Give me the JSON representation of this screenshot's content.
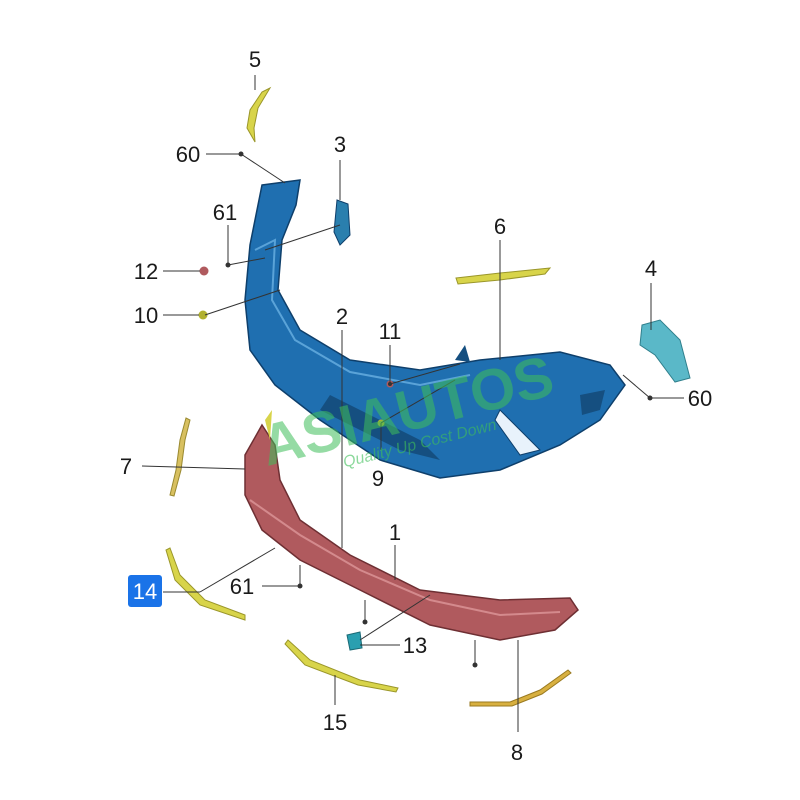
{
  "watermark": {
    "brand": "ASIAUTOS",
    "tagline": "Quality Up Cost Down"
  },
  "callouts": {
    "c1": "1",
    "c2": "2",
    "c3": "3",
    "c4": "4",
    "c5": "5",
    "c6": "6",
    "c7": "7",
    "c8": "8",
    "c9": "9",
    "c10": "10",
    "c11": "11",
    "c12": "12",
    "c13": "13",
    "c14": "14",
    "c15": "15",
    "c60a": "60",
    "c60b": "60",
    "c61a": "61",
    "c61b": "61"
  },
  "colors": {
    "upper_bumper": "#1f6fb0",
    "lower_bumper": "#b05a5e",
    "trim_yellow": "#d8d44a",
    "bracket_teal": "#5ab8c8",
    "highlight": "#1a73e8",
    "watermark": "#3fbf5a"
  }
}
